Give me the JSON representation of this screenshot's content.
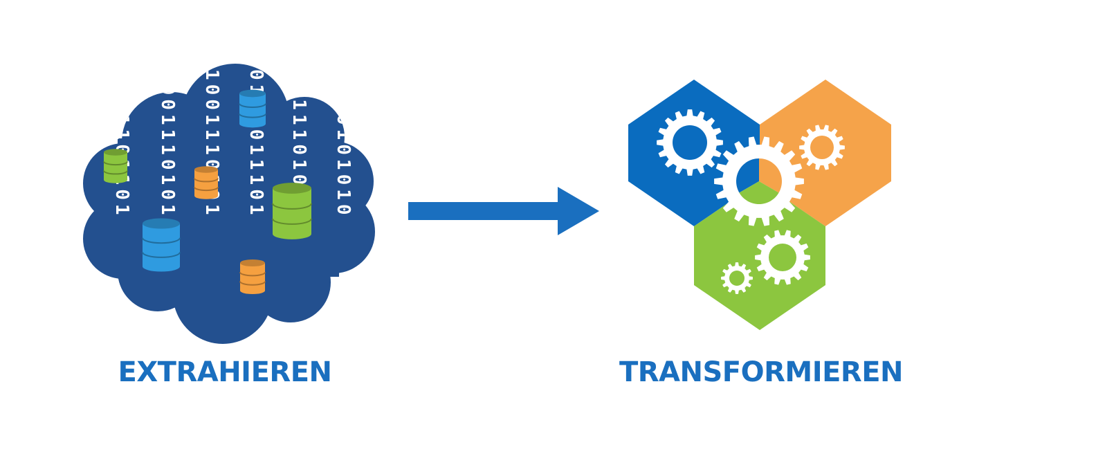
{
  "colors": {
    "cloud": "#23508f",
    "binary_text": "#ffffff",
    "db_blue": "#2f9be0",
    "db_green": "#8cc63f",
    "db_orange": "#f5a040",
    "arrow": "#1a6fbf",
    "hex_blue": "#0a6cbf",
    "hex_orange": "#f5a34a",
    "hex_green": "#8cc63f",
    "gear": "#ffffff",
    "label": "#1a6fbf"
  },
  "icons": {
    "source": "data-cloud-icon",
    "process": "gears-hexagon-icon",
    "flow": "arrow-right-icon"
  },
  "steps": [
    {
      "label": "EXTRAHIEREN"
    },
    {
      "label": "TRANSFORMIEREN"
    }
  ],
  "binary_columns": [
    "0101101101",
    "1001110010",
    "0110101001",
    "1001110101",
    "0111101010",
    "1011010011",
    "0101011101",
    "1100101010"
  ]
}
